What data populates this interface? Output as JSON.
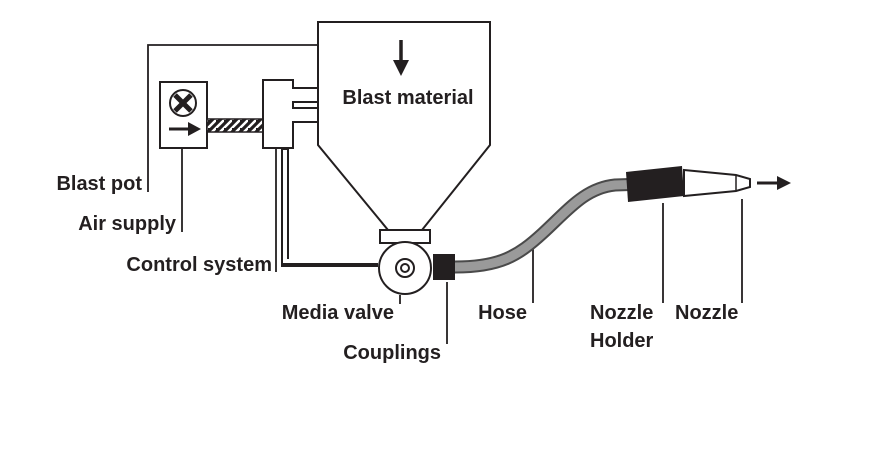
{
  "diagram": {
    "labels": {
      "blast_material": "Blast material",
      "blast_pot": "Blast pot",
      "air_supply": "Air supply",
      "control_system": "Control system",
      "media_valve": "Media valve",
      "couplings": "Couplings",
      "hose": "Hose",
      "nozzle_holder_line1": "Nozzle",
      "nozzle_holder_line2": "Holder",
      "nozzle": "Nozzle"
    },
    "colors": {
      "ink": "#231f20",
      "hose_fill": "#9a9a9a",
      "hose_edge": "#4a4a4a",
      "background": "#ffffff"
    }
  }
}
